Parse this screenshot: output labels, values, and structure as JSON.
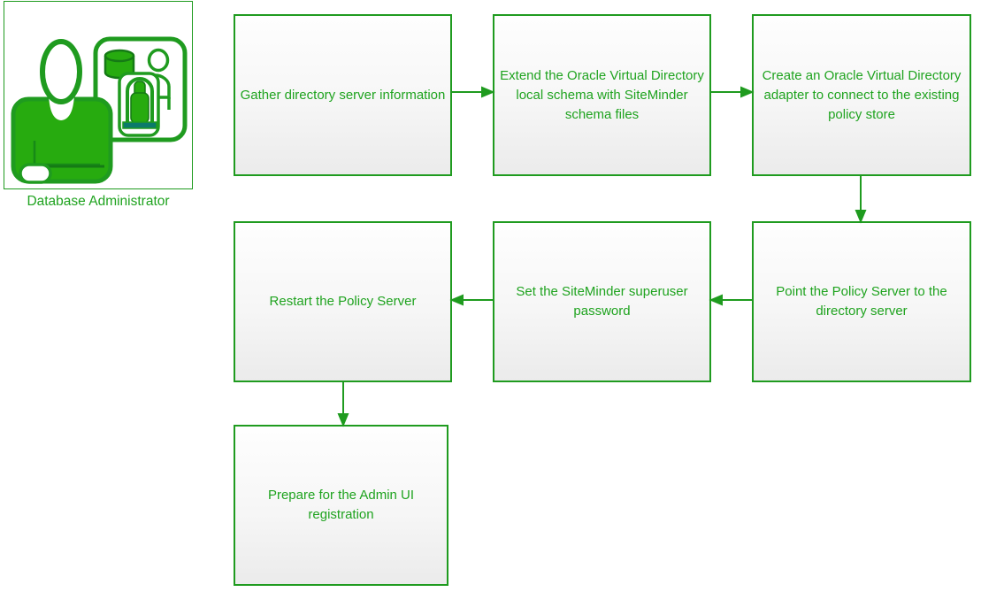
{
  "diagram": {
    "title_hint": "SiteMinder policy store configuration flowchart",
    "actor": {
      "label": "Database Administrator"
    },
    "steps": [
      {
        "id": "gather",
        "label": "Gather directory server information"
      },
      {
        "id": "extend",
        "label": "Extend the Oracle Virtual Directory local schema with SiteMinder schema files"
      },
      {
        "id": "create",
        "label": "Create an Oracle Virtual Directory adapter to connect to the existing policy store"
      },
      {
        "id": "point",
        "label": "Point the Policy Server to the directory server"
      },
      {
        "id": "set",
        "label": "Set the SiteMinder superuser password"
      },
      {
        "id": "restart",
        "label": "Restart the Policy Server"
      },
      {
        "id": "prepare",
        "label": "Prepare for the Admin UI registration"
      }
    ],
    "connections": [
      {
        "from": "gather",
        "to": "extend",
        "direction": "right"
      },
      {
        "from": "extend",
        "to": "create",
        "direction": "right"
      },
      {
        "from": "create",
        "to": "point",
        "direction": "down"
      },
      {
        "from": "point",
        "to": "set",
        "direction": "left"
      },
      {
        "from": "set",
        "to": "restart",
        "direction": "left"
      },
      {
        "from": "restart",
        "to": "prepare",
        "direction": "down"
      }
    ],
    "colors": {
      "outline_green": "#1f9b1f",
      "bright_green_fill": "#27ab0f",
      "dark_teal_base": "#0b7a6b",
      "text_green": "#1fa31f",
      "box_fill_top": "#fefefe",
      "box_fill_bottom": "#ebebeb"
    }
  }
}
